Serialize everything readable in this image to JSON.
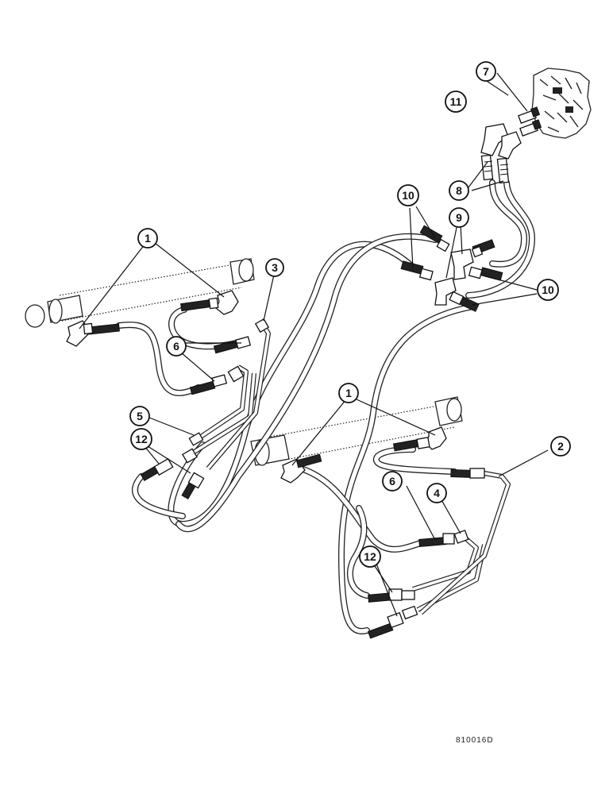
{
  "figure_code": "810016D",
  "callouts": {
    "c1a": "1",
    "c1b": "1",
    "c2": "2",
    "c3": "3",
    "c4": "4",
    "c5": "5",
    "c6a": "6",
    "c6b": "6",
    "c7": "7",
    "c8": "8",
    "c9": "9",
    "c10a": "10",
    "c10b": "10",
    "c11": "11",
    "c12a": "12",
    "c12b": "12"
  }
}
